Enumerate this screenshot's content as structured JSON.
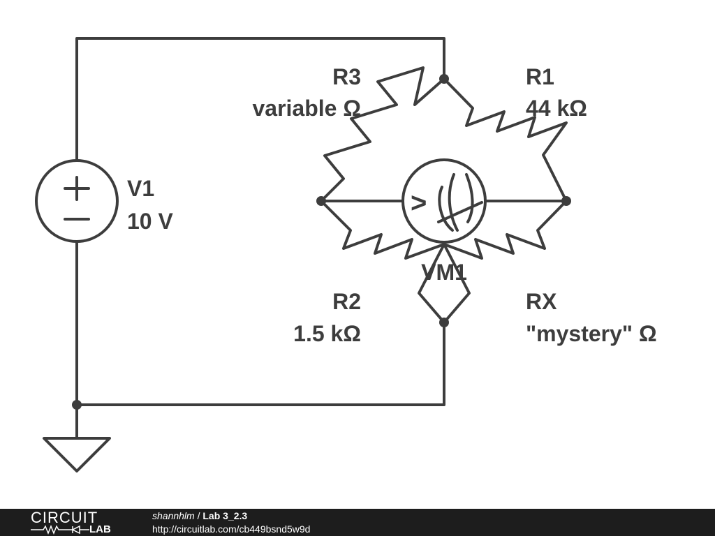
{
  "components": {
    "V1": {
      "name": "V1",
      "value": "10 V",
      "plus_symbol": "+",
      "minus_symbol": "−"
    },
    "R1": {
      "name": "R1",
      "value": "44 kΩ"
    },
    "R2": {
      "name": "R2",
      "value": "1.5 kΩ"
    },
    "R3": {
      "name": "R3",
      "value": "variable Ω"
    },
    "RX": {
      "name": "RX",
      "value": "\"mystery\" Ω"
    },
    "VM1": {
      "name": "VM1",
      "symbol": ">"
    }
  },
  "footer": {
    "logo_top": "CIRCUIT",
    "logo_bottom": "LAB",
    "author": "shannhlm",
    "separator": " / ",
    "title": "Lab 3_2.3",
    "url": "http://circuitlab.com/cb449bsnd5w9d"
  },
  "colors": {
    "ink": "#3d3d3d",
    "footer_bg": "#1d1d1d",
    "footer_text": "#ffffff"
  }
}
